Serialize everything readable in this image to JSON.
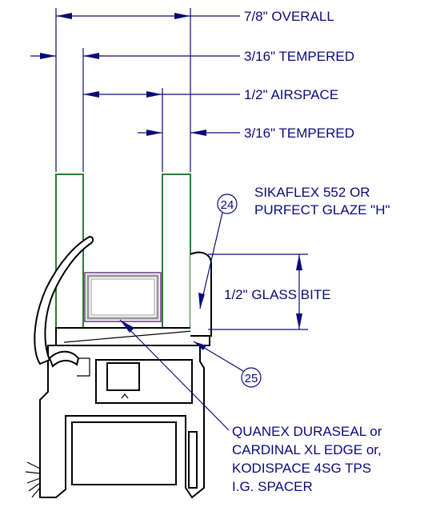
{
  "dimensions": {
    "overall": "7/8\"  OVERALL",
    "tempered_outer": "3/16\"  TEMPERED",
    "airspace": "1/2\"  AIRSPACE",
    "tempered_inner": "3/16\"  TEMPERED",
    "glass_bite": "1/2\"  GLASS BITE"
  },
  "notes": {
    "sealant_line1": "SIKAFLEX 552 OR",
    "sealant_line2": "PURFECT GLAZE \"H\"",
    "spacer_line1": "QUANEX DURASEAL or",
    "spacer_line2": "CARDINAL XL EDGE or,",
    "spacer_line3": "KODISPACE 4SG TPS",
    "spacer_line4": "I.G. SPACER"
  },
  "callouts": {
    "sealant_number": "24",
    "setting_block_number": "25"
  },
  "colors": {
    "dimension": "#0a0a7a",
    "glass": "#2e7d32",
    "spacer": "#888888",
    "profile": "#000000"
  }
}
